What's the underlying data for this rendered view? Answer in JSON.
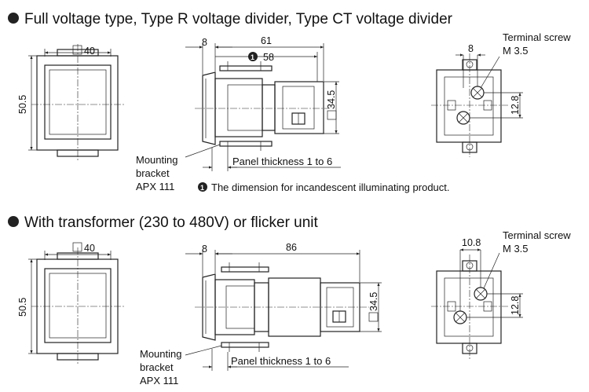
{
  "section1": {
    "title": "Full voltage type, Type R voltage divider, Type CT voltage divider",
    "front": {
      "width_label": "40",
      "height_label": "50.5"
    },
    "side": {
      "front_offset": "8",
      "length": "61",
      "note_length": "58",
      "body_height": "34.5",
      "panel_thickness": "Panel thickness 1 to 6",
      "mounting_bracket_lines": [
        "Mounting",
        "bracket",
        "APX 111"
      ],
      "note_marker": "1",
      "note": "The dimension for incandescent illuminating product."
    },
    "rear": {
      "terminal_screw_lines": [
        "Terminal screw",
        "M 3.5"
      ],
      "pitch_h": "8",
      "pitch_v": "12.8"
    }
  },
  "section2": {
    "title": "With transformer (230 to 480V) or flicker unit",
    "front": {
      "width_label": "40",
      "height_label": "50.5"
    },
    "side": {
      "front_offset": "8",
      "length": "86",
      "body_height": "34.5",
      "panel_thickness": "Panel thickness 1 to 6",
      "mounting_bracket_lines": [
        "Mounting",
        "bracket",
        "APX 111"
      ]
    },
    "rear": {
      "terminal_screw_lines": [
        "Terminal screw",
        "M 3.5"
      ],
      "pitch_h": "10.8",
      "pitch_v": "12.8"
    }
  }
}
